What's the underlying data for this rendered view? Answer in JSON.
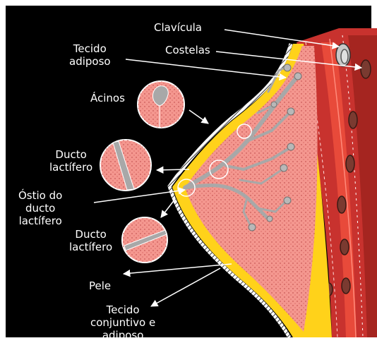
{
  "labels": {
    "clavicula": "Clavícula",
    "costelas": "Costelas",
    "tecido_adiposo": "Tecido\nadiposo",
    "acinos": "Ácinos",
    "ducto_lactifero_1": "Ducto\nlactífero",
    "ostio": "Óstio do\nducto\nlactífero",
    "ducto_lactifero_2": "Ducto\nlactífero",
    "pele": "Pele",
    "tecido_conjuntivo": "Tecido\nconjuntivo e\nadiposo"
  },
  "colors": {
    "background": "#000000",
    "glandular_tissue": "#f4978f",
    "adipose_tissue": "#ffd21a",
    "muscle": "#c8322e",
    "skin": "#ffffff",
    "duct": "#a8a8a8"
  }
}
